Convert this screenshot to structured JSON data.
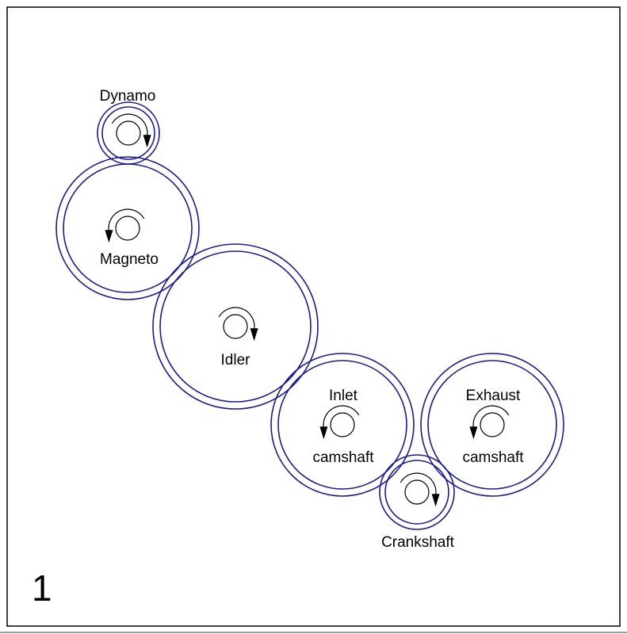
{
  "figure": {
    "number": "1",
    "ring_color": "#1a1a9a",
    "line_color": "#000000"
  },
  "gears": [
    {
      "id": "dynamo",
      "lines": [
        "Dynamo"
      ],
      "rotation": "clockwise"
    },
    {
      "id": "magneto",
      "lines": [
        "Magneto"
      ],
      "rotation": "counterclockwise"
    },
    {
      "id": "idler",
      "lines": [
        "Idler"
      ],
      "rotation": "clockwise"
    },
    {
      "id": "inlet-camshaft",
      "lines": [
        "Inlet",
        "camshaft"
      ],
      "rotation": "counterclockwise"
    },
    {
      "id": "exhaust-camshaft",
      "lines": [
        "Exhaust",
        "camshaft"
      ],
      "rotation": "counterclockwise"
    },
    {
      "id": "crankshaft",
      "lines": [
        "Crankshaft"
      ],
      "rotation": "clockwise"
    }
  ]
}
